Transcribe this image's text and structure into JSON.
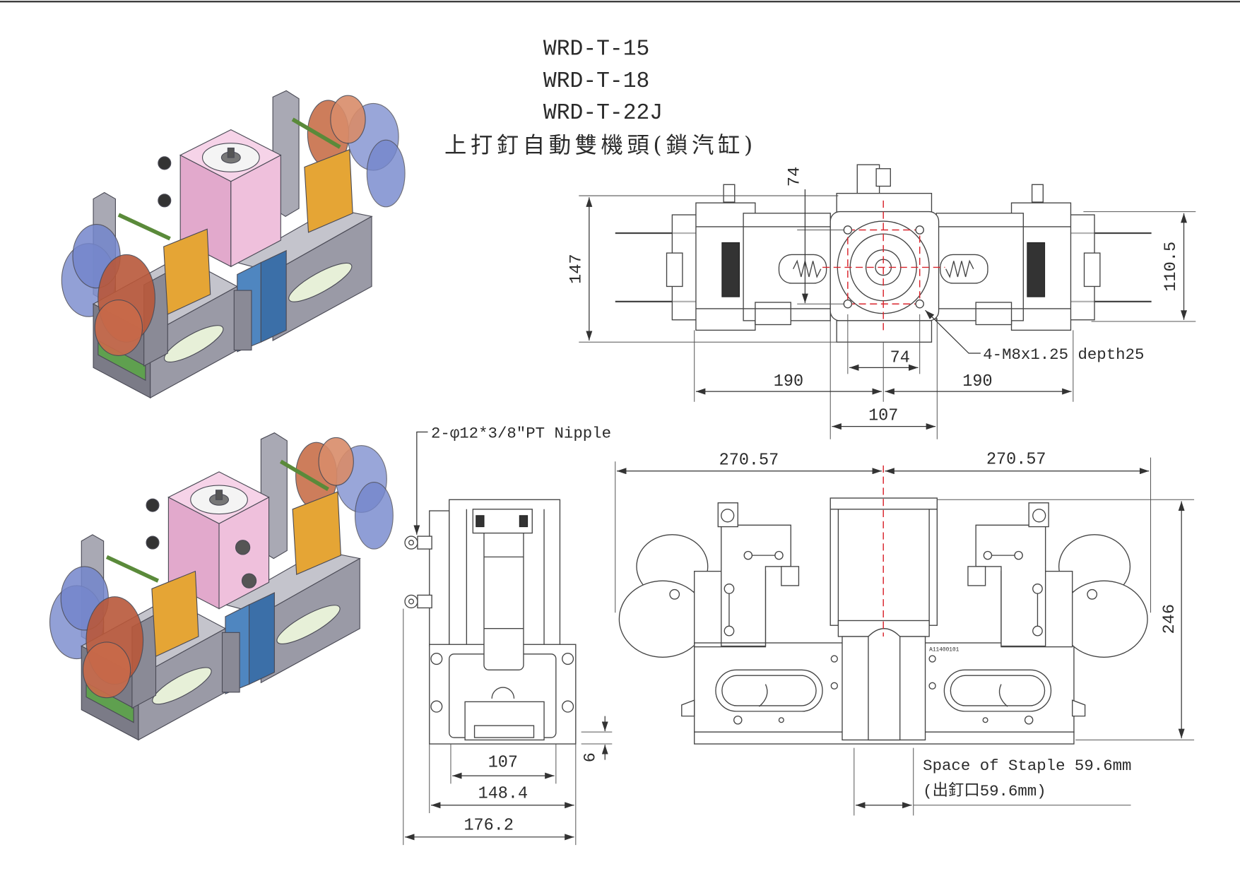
{
  "title": {
    "model_1": "WRD-T-15",
    "model_2": "WRD-T-18",
    "model_3": "WRD-T-22J",
    "subtitle": "上打釘自動雙機頭(鎖汽缸)"
  },
  "top_view": {
    "hole_spacing_vertical": "74",
    "overall_width": "147",
    "rail_spacing": "110.5",
    "hole_spacing_horizontal": "74",
    "thread_note": "4-M8x1.25 depth25",
    "left_span": "190",
    "right_span": "190",
    "body_width": "107"
  },
  "side_view": {
    "nipple_note": "2-φ12*3/8\"PT Nipple",
    "inner_width": "107",
    "base_width": "148.4",
    "overall_depth": "176.2",
    "base_offset": "6"
  },
  "front_view": {
    "left_half_length": "270.57",
    "right_half_length": "270.57",
    "overall_height": "246",
    "staple_note": "Space of Staple 59.6mm",
    "staple_note_cn": "(出釘口59.6mm)",
    "part_label": "A11400101"
  },
  "colors": {
    "motor": "#efc0dc",
    "frame": "#9a9aa6",
    "plate": "#e5a535",
    "disc": "#8090d0",
    "strap": "#4f86c0",
    "centerline": "#d9262e"
  }
}
